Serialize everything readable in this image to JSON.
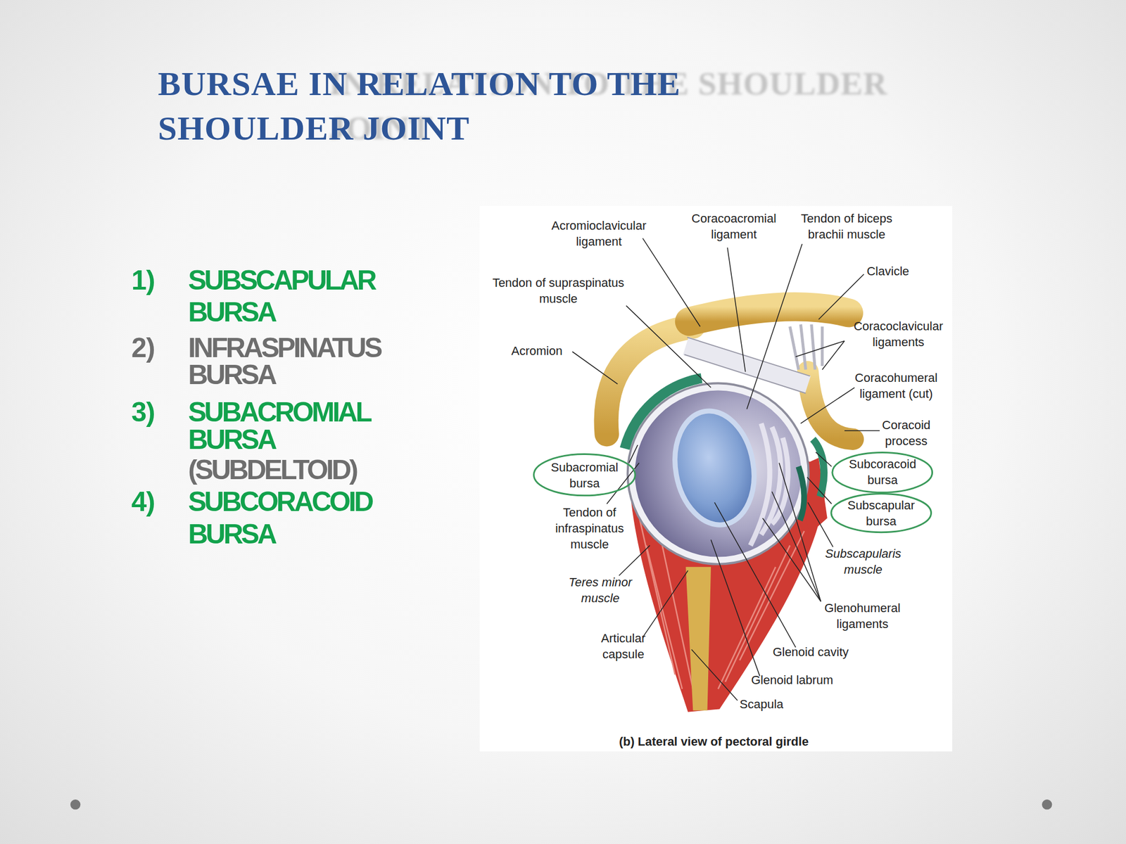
{
  "diagram": {
    "title": "BURSAE IN RELATION TO THE SHOULDER JOINT",
    "caption": "(b) Lateral view of pectoral girdle",
    "nodes": [
      {
        "text": [
          "Subacromial bursa"
        ]
      },
      {
        "text": [
          "Subcoracoid bursa"
        ]
      },
      {
        "text": [
          "Subscapular bursa"
        ]
      }
    ],
    "labels": [
      "IN RELATION TO THE SHOULDER JOINT",
      "1)",
      "SUBSCAPULAR BURSA",
      "2)",
      "INFRASPINATUS BURSA",
      "3)",
      "SUBACROMIAL BURSA",
      "(SUBDELTOID)",
      "4)",
      "SUBCORACOID BURSA",
      "Acromioclavicular ligament",
      "Coracoacromial ligament",
      "Tendon of biceps brachii muscle",
      "Clavicle",
      "Tendon of supraspinatus muscle",
      "Coracoclavicular ligaments",
      "Acromion",
      "Coracohumeral ligament (cut)",
      "Coracoid process",
      "Tendon of infraspinatus muscle",
      "Subscapularis muscle",
      "Teres minor muscle",
      "Glenohumeral ligaments",
      "Articular capsule",
      "Glenoid cavity",
      "Glenoid labrum",
      "Scapula"
    ]
  }
}
